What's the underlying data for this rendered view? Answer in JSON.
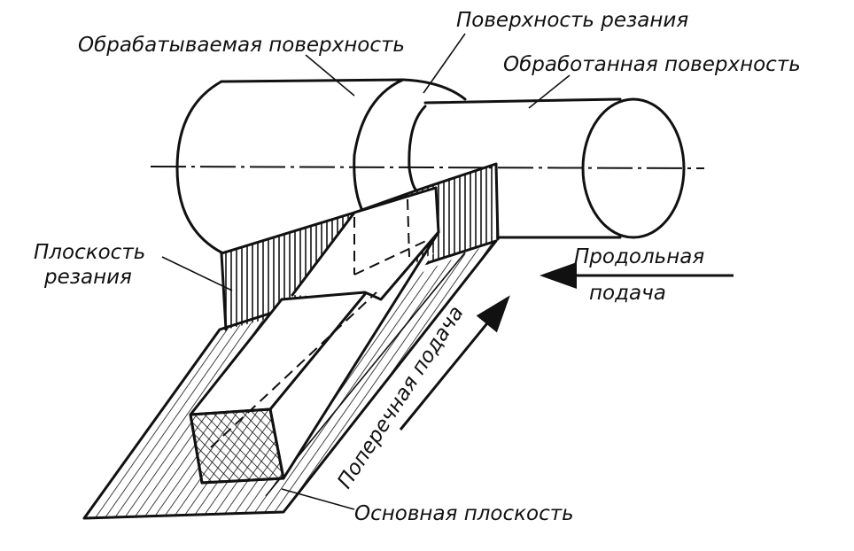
{
  "labels": {
    "workpiece_surface": "Обрабатываемая поверхность",
    "cutting_surface": "Поверхность резания",
    "machined_surface": "Обработанная поверхность",
    "cutting_plane_line1": "Плоскость",
    "cutting_plane_line2": "резания",
    "longitudinal_feed_line1": "Продольная",
    "longitudinal_feed_line2": "подача",
    "cross_feed": "Поперечная подача",
    "base_plane": "Основная плоскость"
  }
}
